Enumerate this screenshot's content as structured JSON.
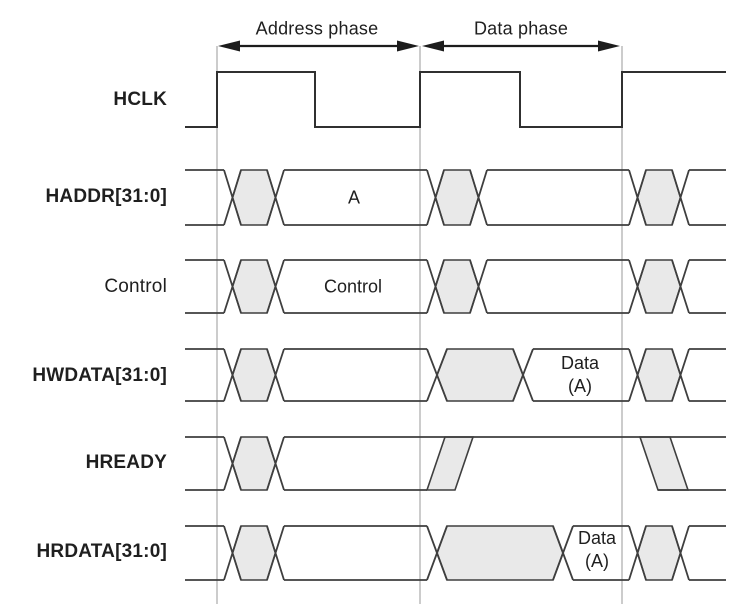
{
  "diagram": {
    "type": "timing-diagram",
    "phases": [
      {
        "label": "Address phase"
      },
      {
        "label": "Data phase"
      }
    ],
    "signals": [
      {
        "name": "HCLK"
      },
      {
        "name": "HADDR[31:0]",
        "value": "A"
      },
      {
        "name": "Control",
        "value": "Control"
      },
      {
        "name": "HWDATA[31:0]",
        "value": {
          "line1": "Data",
          "line2": "(A)"
        }
      },
      {
        "name": "HREADY"
      },
      {
        "name": "HRDATA[31:0]",
        "value": {
          "line1": "Data",
          "line2": "(A)"
        }
      }
    ],
    "colors": {
      "background": "#ffffff",
      "waveform": "#3f3f3f",
      "bus_fill": "#e9e9e9",
      "guide_line": "#9a9a9a",
      "text": "#1f1f1f"
    }
  }
}
